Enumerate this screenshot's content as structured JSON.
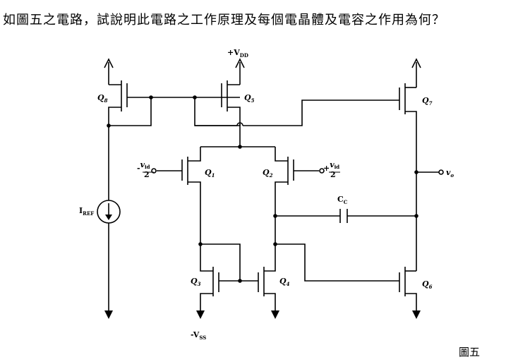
{
  "question": "如圖五之電路，試說明此電路之工作原理及每個電晶體及電容之作用為何？",
  "figure_label": "圖五",
  "circuit": {
    "supply_pos": {
      "sign": "+V",
      "sub": "DD"
    },
    "supply_neg": {
      "sign": "-V",
      "sub": "SS"
    },
    "iref": {
      "main": "I",
      "sub": "REF"
    },
    "cc": {
      "main": "C",
      "sub": "C"
    },
    "output": {
      "main": "v",
      "sub": "o"
    },
    "input_left": {
      "sign": "-",
      "num": "v",
      "num_sub": "id",
      "den": "2"
    },
    "input_right": {
      "sign": "+",
      "num": "v",
      "num_sub": "id",
      "den": "2"
    },
    "transistors": [
      {
        "main": "Q",
        "sub": "8"
      },
      {
        "main": "Q",
        "sub": "5"
      },
      {
        "main": "Q",
        "sub": "7"
      },
      {
        "main": "Q",
        "sub": "1"
      },
      {
        "main": "Q",
        "sub": "2"
      },
      {
        "main": "Q",
        "sub": "3"
      },
      {
        "main": "Q",
        "sub": "4"
      },
      {
        "main": "Q",
        "sub": "6"
      }
    ]
  }
}
